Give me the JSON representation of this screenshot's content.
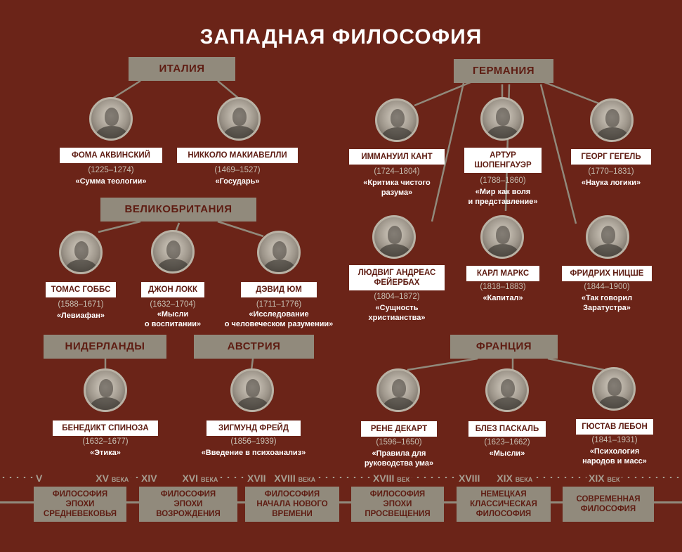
{
  "title": "ЗАПАДНАЯ ФИЛОСОФИЯ",
  "countries": {
    "italy": "ИТАЛИЯ",
    "germany": "ГЕРМАНИЯ",
    "britain": "ВЕЛИКОБРИТАНИЯ",
    "netherlands": "НИДЕРЛАНДЫ",
    "austria": "АВСТРИЯ",
    "france": "ФРАНЦИЯ"
  },
  "philosophers": {
    "aquinas": {
      "name": "ФОМА АКВИНСКИЙ",
      "years": "(1225–1274)",
      "work": "«Сумма теологии»"
    },
    "machiavelli": {
      "name": "НИККОЛО МАКИАВЕЛЛИ",
      "years": "(1469–1527)",
      "work": "«Государь»"
    },
    "kant": {
      "name": "ИММАНУИЛ КАНТ",
      "years": "(1724–1804)",
      "work": "«Критика чистого\nразума»"
    },
    "schopenhauer": {
      "name": "АРТУР\nШОПЕНГАУЭР",
      "years": "(1788–1860)",
      "work": "«Мир как воля\nи представление»"
    },
    "hegel": {
      "name": "ГЕОРГ ГЕГЕЛЬ",
      "years": "(1770–1831)",
      "work": "«Наука логики»"
    },
    "hobbes": {
      "name": "ТОМАС ГОББС",
      "years": "(1588–1671)",
      "work": "«Левиафан»"
    },
    "locke": {
      "name": "ДЖОН ЛОКК",
      "years": "(1632–1704)",
      "work": "«Мысли\nо воспитании»"
    },
    "hume": {
      "name": "ДЭВИД ЮМ",
      "years": "(1711–1776)",
      "work": "«Исследование\nо человеческом разумении»"
    },
    "feuerbach": {
      "name": "ЛЮДВИГ АНДРЕАС\nФЕЙЕРБАХ",
      "years": "(1804–1872)",
      "work": "«Сущность\nхристианства»"
    },
    "marx": {
      "name": "КАРЛ МАРКС",
      "years": "(1818–1883)",
      "work": "«Капитал»"
    },
    "nietzsche": {
      "name": "ФРИДРИХ НИЦШЕ",
      "years": "(1844–1900)",
      "work": "«Так говорил\nЗаратустра»"
    },
    "spinoza": {
      "name": "БЕНЕДИКТ СПИНОЗА",
      "years": "(1632–1677)",
      "work": "«Этика»"
    },
    "freud": {
      "name": "ЗИГМУНД ФРЕЙД",
      "years": "(1856–1939)",
      "work": "«Введение в  психоанализ»"
    },
    "descartes": {
      "name": "РЕНЕ ДЕКАРТ",
      "years": "(1596–1650)",
      "work": "«Правила для\nруководства ума»"
    },
    "pascal": {
      "name": "БЛЕЗ ПАСКАЛЬ",
      "years": "(1623–1662)",
      "work": "«Мысли»"
    },
    "lebon": {
      "name": "ГЮСТАВ ЛЕБОН",
      "years": "(1841–1931)",
      "work": "«Психология\nнародов и масс»"
    }
  },
  "timeline": {
    "centuries": [
      {
        "a": "V",
        "b": "XV",
        "unit": "ВЕКА"
      },
      {
        "a": "XIV",
        "b": "XVI",
        "unit": "ВЕКА"
      },
      {
        "a": "XVII",
        "b": "XVIII",
        "unit": "ВЕКА"
      },
      {
        "a": "XVIII",
        "b": "",
        "unit": "ВЕК"
      },
      {
        "a": "XVIII",
        "b": "XIX",
        "unit": "ВЕКА"
      },
      {
        "a": "XIX",
        "b": "",
        "unit": "ВЕК"
      }
    ],
    "eras": [
      "ФИЛОСОФИЯ\nЭПОХИ\nСРЕДНЕВЕКОВЬЯ",
      "ФИЛОСОФИЯ\nЭПОХИ\nВОЗРОЖДЕНИЯ",
      "ФИЛОСОФИЯ\nНАЧАЛА НОВОГО\nВРЕМЕНИ",
      "ФИЛОСОФИЯ\nЭПОХИ\nПРОСВЕЩЕНИЯ",
      "НЕМЕЦКАЯ\nКЛАССИЧЕСКАЯ\nФИЛОСОФИЯ",
      "СОВРЕМЕННАЯ\nФИЛОСОФИЯ"
    ]
  },
  "colors": {
    "background": "#6b2418",
    "accent": "#918a7c",
    "label_text": "#5e1c12"
  }
}
